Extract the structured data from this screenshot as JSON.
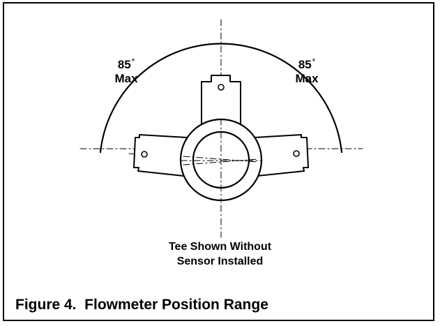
{
  "labels": {
    "left_angle": {
      "value": "85",
      "degree": "°",
      "qualifier": "Max"
    },
    "right_angle": {
      "value": "85",
      "degree": "°",
      "qualifier": "Max"
    }
  },
  "caption": {
    "line1": "Tee Shown Without",
    "line2": "Sensor Installed"
  },
  "figure_title": "Figure 4.  Flowmeter Position Range",
  "colors": {
    "ink": "#000000",
    "background": "#ffffff"
  }
}
